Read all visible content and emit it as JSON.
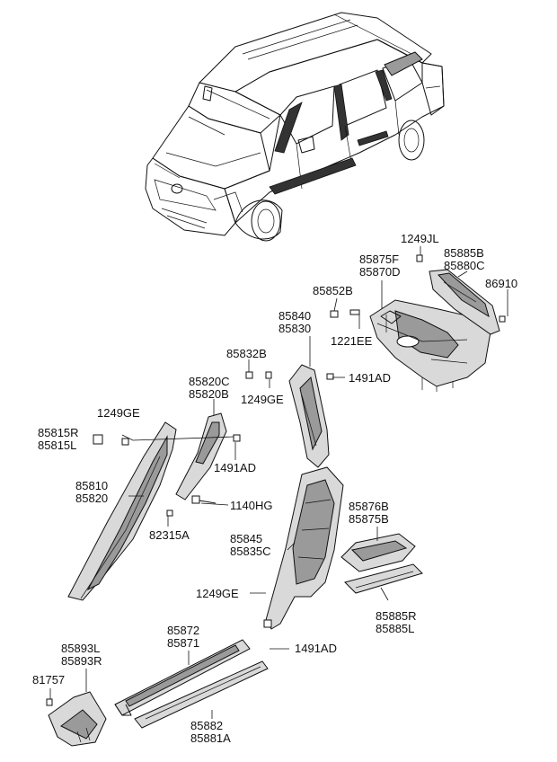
{
  "diagram": {
    "labels": {
      "l1249JL": "1249JL",
      "l85885B": "85885B",
      "l85880C": "85880C",
      "l85875F": "85875F",
      "l85870D": "85870D",
      "l86910": "86910",
      "l85852B": "85852B",
      "l85840": "85840",
      "l85830": "85830",
      "l1221EE": "1221EE",
      "l85832B": "85832B",
      "l1491AD_top": "1491AD",
      "l85820C": "85820C",
      "l85820B": "85820B",
      "l1249GE_mid": "1249GE",
      "l1249GE_left": "1249GE",
      "l85815R": "85815R",
      "l85815L": "85815L",
      "l1491AD_mid": "1491AD",
      "l85810": "85810",
      "l85820": "85820",
      "l1140HG": "1140HG",
      "l85876B": "85876B",
      "l85875B": "85875B",
      "l82315A": "82315A",
      "l85845": "85845",
      "l85835C": "85835C",
      "l1249GE_bot": "1249GE",
      "l85885R": "85885R",
      "l85885L": "85885L",
      "l85872": "85872",
      "l85871": "85871",
      "l1491AD_bot": "1491AD",
      "l85893L": "85893L",
      "l85893R": "85893R",
      "l81757": "81757",
      "l85882": "85882",
      "l85881A": "85881A"
    }
  }
}
